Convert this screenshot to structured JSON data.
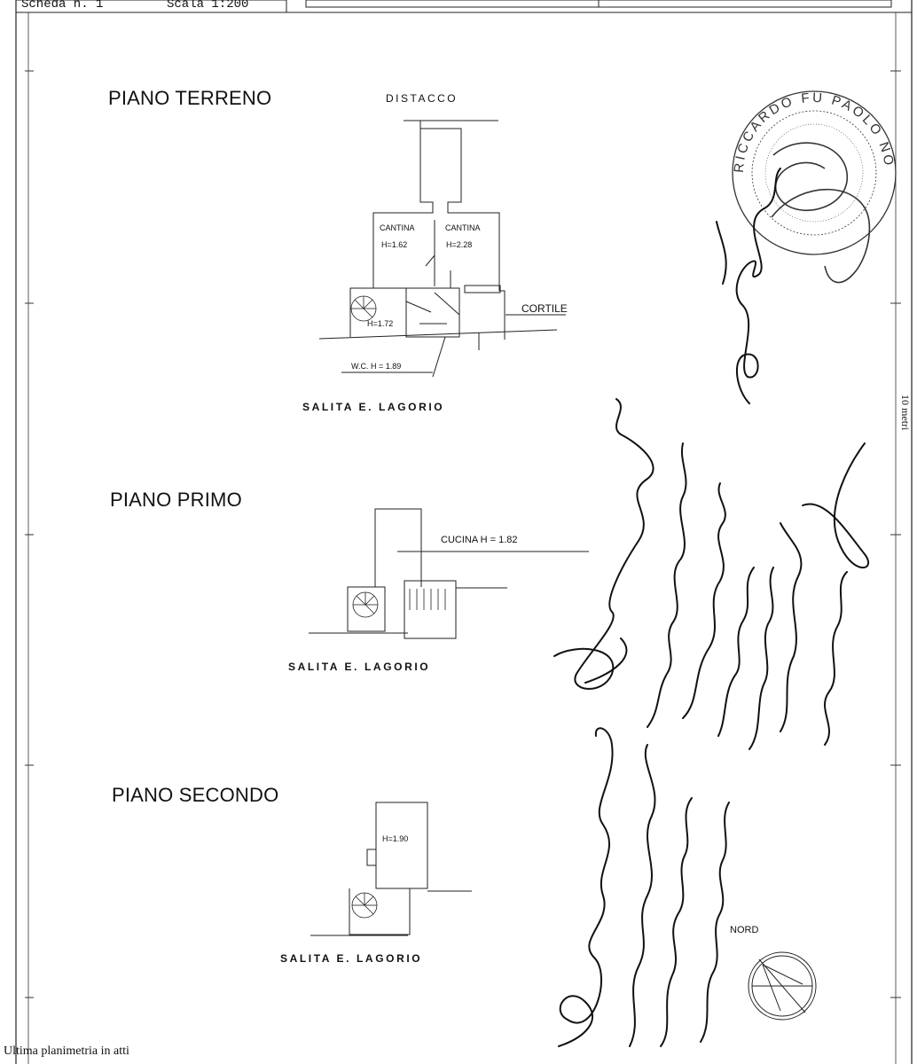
{
  "header": {
    "sheet_label": "Scheda n. 1",
    "scale_label": "Scala 1:200"
  },
  "side_scale_label": "10 metri",
  "floors": {
    "ground": {
      "title": "PIANO TERRENO",
      "top_label": "DISTACCO",
      "cellar_left_label": "CANTINA",
      "cellar_left_height": "H=1.62",
      "cellar_right_label": "CANTINA",
      "cellar_right_height": "H=2.28",
      "courtyard_label": "CORTILE",
      "stair_height": "H=1.72",
      "wc_label": "W.C. H = 1.89",
      "street": "SALITA E. LAGORIO"
    },
    "first": {
      "title": "PIANO PRIMO",
      "kitchen_label": "CUCINA H = 1.82",
      "street": "SALITA E. LAGORIO"
    },
    "second": {
      "title": "PIANO SECONDO",
      "room_height": "H=1.90",
      "street": "SALITA E. LAGORIO"
    }
  },
  "north_label": "NORD",
  "stamp_text": "RICCARDO FU PAOLO NOTAIO",
  "footer_note": "Ultima planimetria in atti"
}
